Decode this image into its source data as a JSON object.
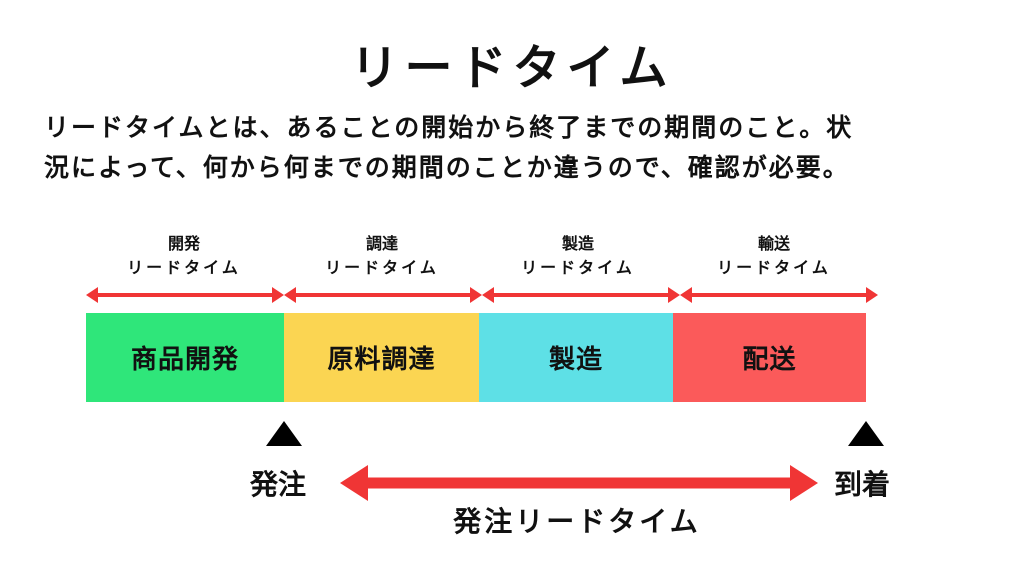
{
  "title": "リードタイム",
  "description": {
    "line1": "リードタイムとは、あることの開始から終了までの期間のこと。状",
    "line2": "況によって、何から何までの期間のことか違うので、確認が必要。"
  },
  "segments": [
    {
      "label_line1": "開発",
      "label_line2": "リードタイム",
      "bar_text": "商品開発",
      "color": "#2fe67a"
    },
    {
      "label_line1": "調達",
      "label_line2": "リードタイム",
      "bar_text": "原料調達",
      "color": "#fbd552"
    },
    {
      "label_line1": "製造",
      "label_line2": "リードタイム",
      "bar_text": "製造",
      "color": "#5ee0e6"
    },
    {
      "label_line1": "輸送",
      "label_line2": "リードタイム",
      "bar_text": "配送",
      "color": "#fb5a5a"
    }
  ],
  "markers": {
    "start": "発注",
    "end": "到着"
  },
  "bottom_label": "発注リードタイム",
  "colors": {
    "arrow": "#f03535",
    "marker": "#000000"
  }
}
